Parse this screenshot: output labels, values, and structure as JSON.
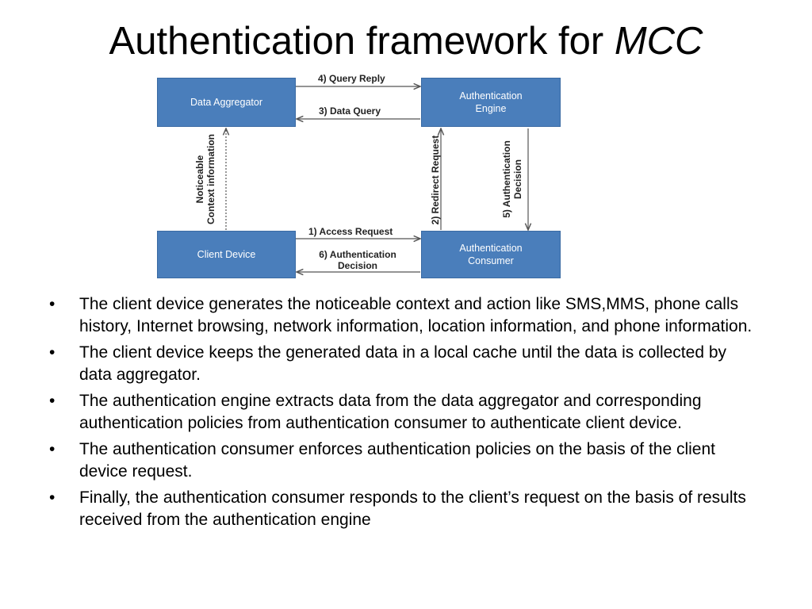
{
  "title": {
    "main": "Authentication framework for ",
    "emphasis": "MCC"
  },
  "diagram": {
    "nodes": {
      "data_aggregator": "Data Aggregator",
      "auth_engine_line1": "Authentication",
      "auth_engine_line2": "Engine",
      "client_device": "Client Device",
      "auth_consumer_line1": "Authentication",
      "auth_consumer_line2": "Consumer"
    },
    "edges": {
      "query_reply": "4) Query Reply",
      "data_query": "3) Data Query",
      "access_request": "1) Access Request",
      "auth_decision_6_line1": "6) Authentication",
      "auth_decision_6_line2": "Decision",
      "redirect_request": "2) Redirect Request",
      "auth_decision_5_line1": "5) Authentication",
      "auth_decision_5_line2": "Decision",
      "context_line1": "Noticeable",
      "context_line2": "Context information"
    },
    "colors": {
      "box_fill": "#4a7ebb",
      "arrow": "#555555"
    }
  },
  "bullet_symbol": "•",
  "bullets": [
    "The client device generates the noticeable context and action like SMS,MMS, phone calls history, Internet browsing, network information, location information, and phone information.",
    "The client device keeps the generated data in a local cache until the data is collected by data aggregator.",
    "The authentication engine extracts data from the data aggregator and corresponding authentication policies from authentication consumer to authenticate client device.",
    "The authentication consumer enforces authentication policies on the basis of the client device request.",
    "Finally, the authentication consumer responds to the client’s request on the basis of results received from the authentication engine"
  ]
}
